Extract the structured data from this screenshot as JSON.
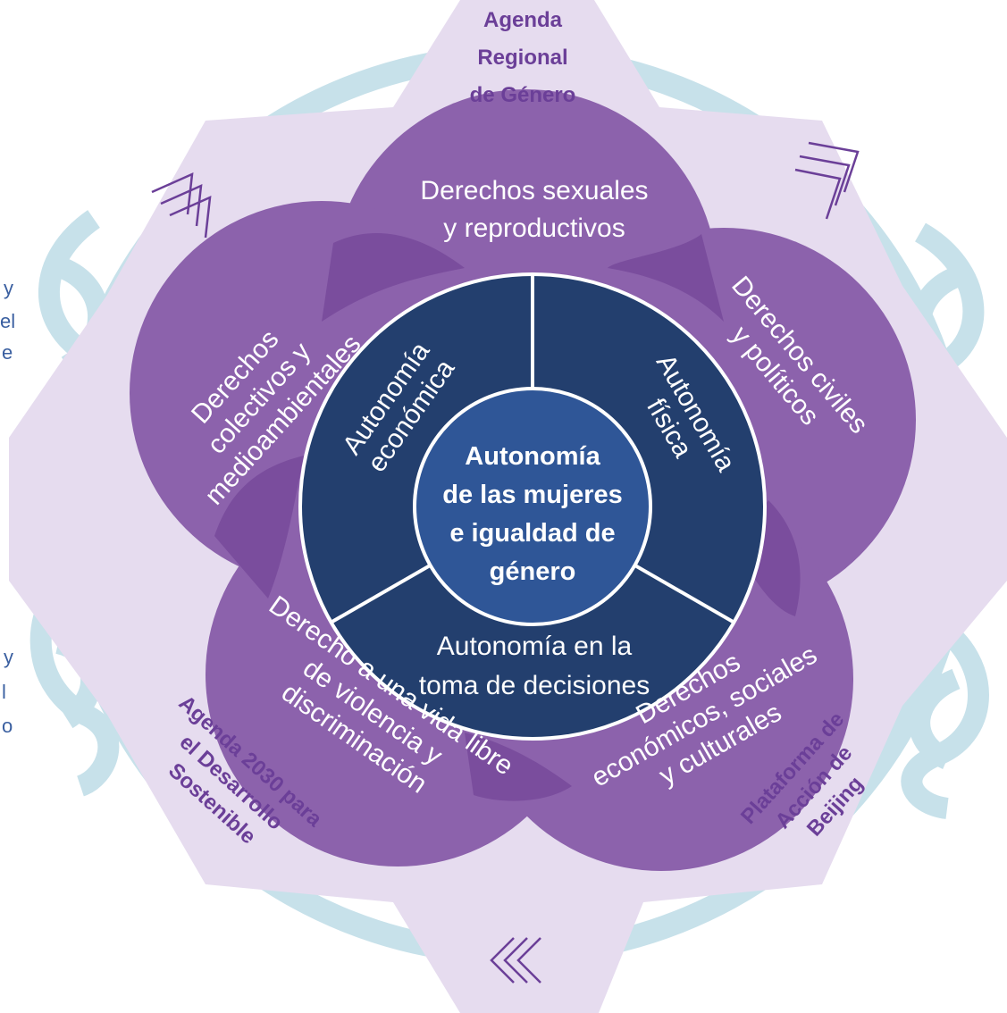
{
  "center": [
    "Autonomía",
    "de las mujeres",
    "e igualdad de",
    "género"
  ],
  "autonomies": {
    "economic": [
      "Autonomía",
      "económica"
    ],
    "physical": [
      "Autonomía",
      "física"
    ],
    "decisions": [
      "Autonomía en la",
      "toma de decisiones"
    ]
  },
  "rights": {
    "sexual": [
      "Derechos sexuales",
      "y reproductivos"
    ],
    "collective": [
      "Derechos",
      "colectivos y",
      "medioambientales"
    ],
    "civil": [
      "Derechos civiles",
      "y políticos"
    ],
    "violence": [
      "Derecho a una vida libre",
      "de violencia y",
      "discriminación"
    ],
    "economic": [
      "Derechos",
      "económicos, sociales",
      "y culturales"
    ]
  },
  "agendas": {
    "regional": [
      "Agenda",
      "Regional",
      "de Género"
    ],
    "sdg": [
      "Agenda 2030 para",
      "el Desarrollo",
      "Sostenible"
    ],
    "beijing": [
      "Plataforma de",
      "Acción de",
      "Beijing"
    ]
  },
  "side_fragments": {
    "upper": [
      "y",
      "el",
      "e"
    ],
    "lower": [
      "y",
      "l",
      "o"
    ]
  },
  "arrows": {
    "top_left": "⟫",
    "top_right": "⟫",
    "bottom": "⟪"
  },
  "colors": {
    "star": "#e6dcef",
    "rope": "#c7e1ea",
    "petal": "#8c62ac",
    "petal_overlap": "#7a4d9d",
    "sectors": "#233f6e",
    "core": "#2f5697",
    "agenda_text": "#6b3f98",
    "side_text": "#3a5fa0"
  }
}
